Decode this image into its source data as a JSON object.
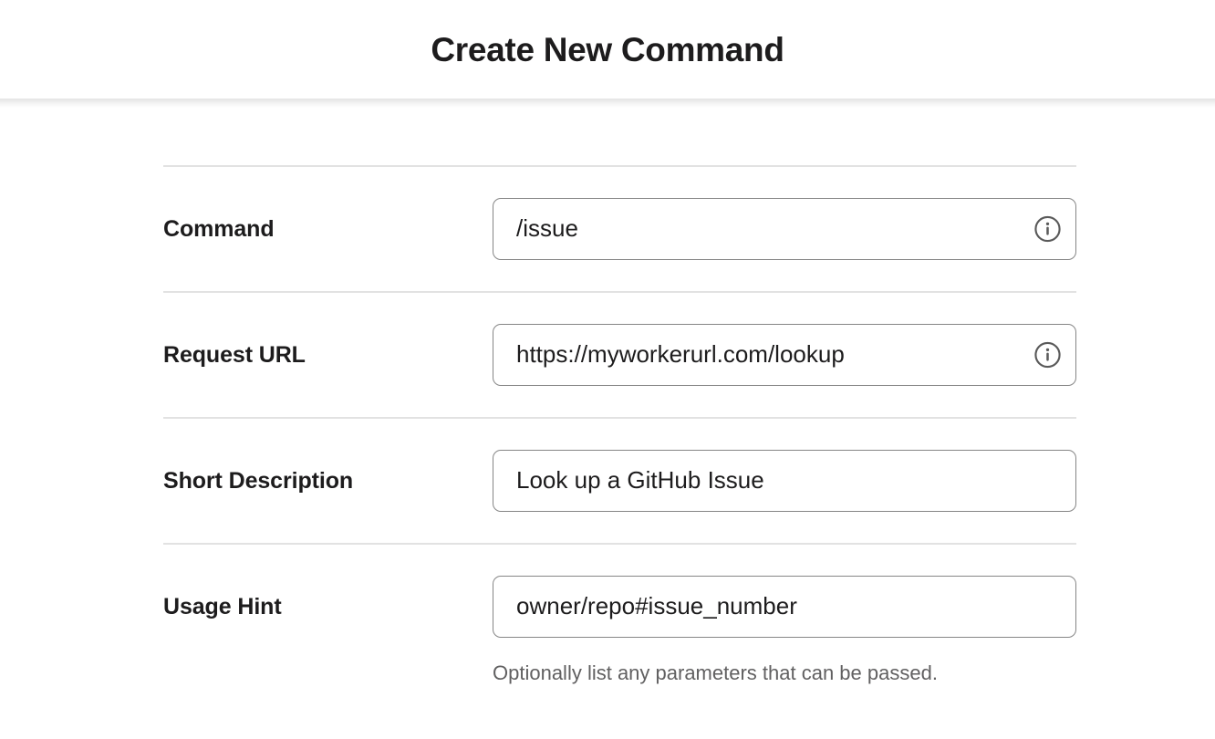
{
  "header": {
    "title": "Create New Command"
  },
  "form": {
    "rows": [
      {
        "label": "Command",
        "value": "/issue",
        "info_icon": "info-icon",
        "has_info": true,
        "helper": ""
      },
      {
        "label": "Request URL",
        "value": "https://myworkerurl.com/lookup",
        "info_icon": "info-icon",
        "has_info": true,
        "helper": ""
      },
      {
        "label": "Short Description",
        "value": "Look up a GitHub Issue",
        "info_icon": "",
        "has_info": false,
        "helper": ""
      },
      {
        "label": "Usage Hint",
        "value": "owner/repo#issue_number",
        "info_icon": "",
        "has_info": false,
        "helper": "Optionally list any parameters that can be passed."
      }
    ]
  },
  "colors": {
    "text_primary": "#1d1c1d",
    "text_muted": "#616061",
    "input_border": "#868686",
    "divider": "#e2e2e2",
    "background": "#ffffff"
  }
}
